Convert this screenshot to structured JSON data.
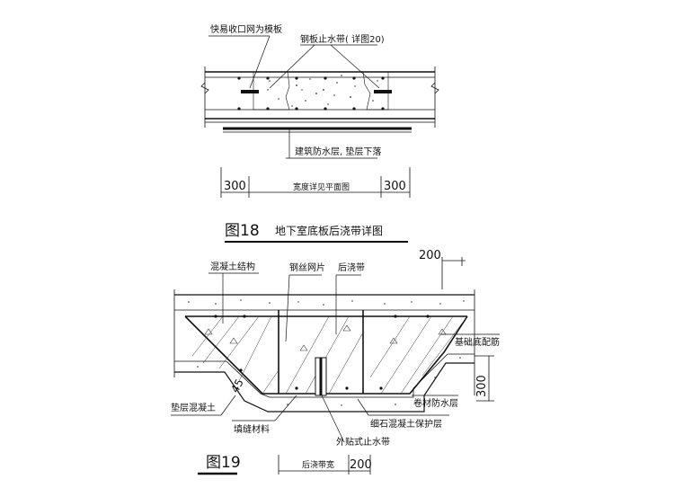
{
  "figure18": {
    "label_formwork": "快易收口网为模板",
    "label_waterstop": "钢板止水带( 详图20)",
    "label_waterproof": "建筑防水层, 垫层下落",
    "dim_left": "300",
    "dim_mid": "宽度详见平面图",
    "dim_right": "300",
    "caption_num": "图18",
    "caption_text": "地下室底板后浇带详图"
  },
  "figure19": {
    "label_concrete_structure": "混凝土结构",
    "label_steel_mesh": "钢丝网片",
    "label_post_pour": "后浇带",
    "dim_top": "200",
    "label_bottom_rebar": "基础底配筋",
    "dim_side": "300",
    "label_membrane": "卷材防水层",
    "label_protection": "细石混凝土保护层",
    "label_cushion": "垫层混凝土",
    "label_filler": "填缝材料",
    "label_waterstop": "外贴式止水带",
    "dim_width": "后浇带宽",
    "dim_bottom": "200",
    "angle": "45",
    "caption": "图19"
  }
}
